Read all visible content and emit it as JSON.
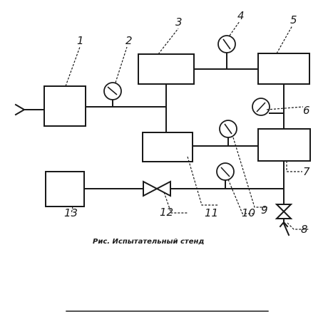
{
  "labels": {
    "c1": "1",
    "c2": "2",
    "c3": "3",
    "c4": "4",
    "c5": "5",
    "c6": "6",
    "c7": "7",
    "c8": "8",
    "c9": "9",
    "c10": "10",
    "c11": "11",
    "c12": "12",
    "c13": "13"
  },
  "caption": "Рис. Испытательный стенд"
}
